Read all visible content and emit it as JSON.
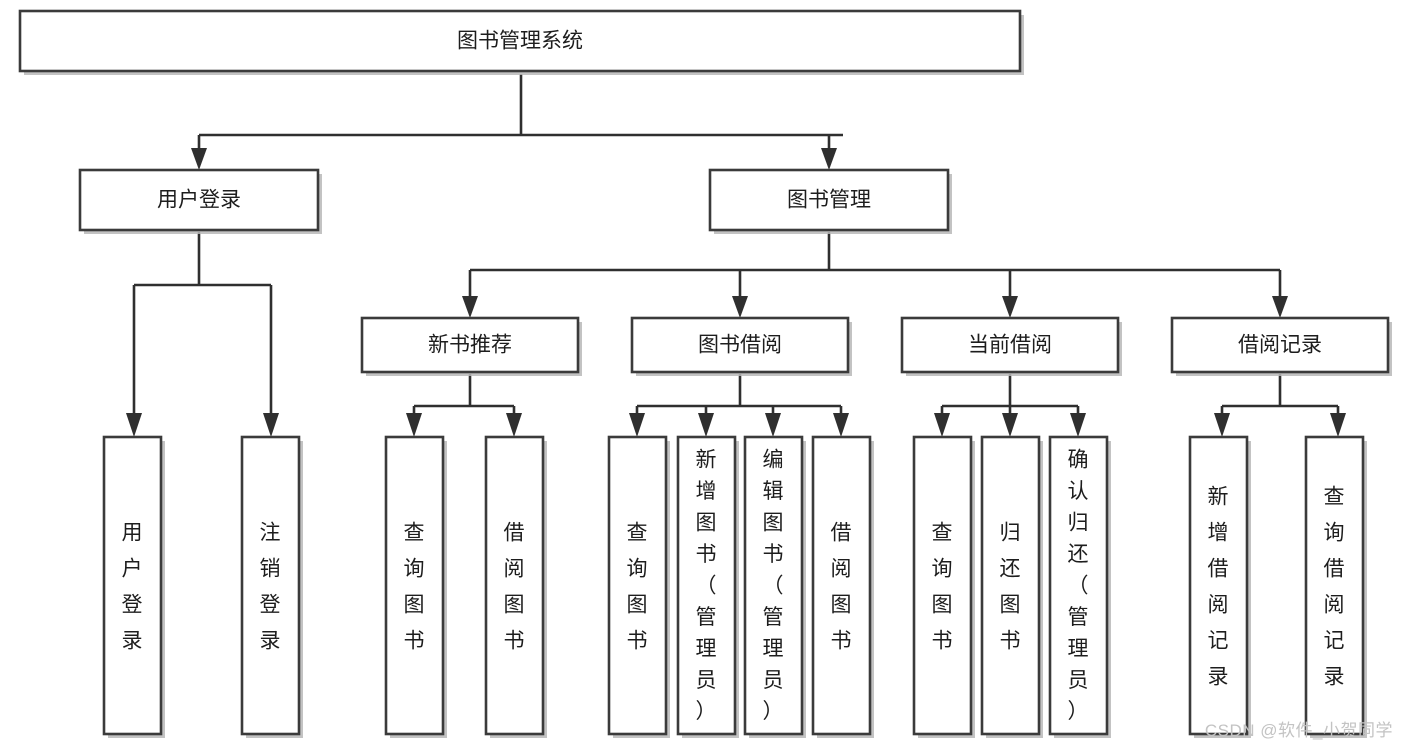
{
  "diagram": {
    "type": "tree",
    "title": "图书管理系统",
    "watermark": "CSDN @软件_小贺同学",
    "nodes": {
      "root": {
        "label": "图书管理系统",
        "level": 1,
        "orientation": "horizontal"
      },
      "n_user_login": {
        "label": "用户登录",
        "level": 2,
        "orientation": "horizontal"
      },
      "n_book_mgmt": {
        "label": "图书管理",
        "level": 2,
        "orientation": "horizontal"
      },
      "n_new_book": {
        "label": "新书推荐",
        "level": 3,
        "orientation": "horizontal"
      },
      "n_borrow": {
        "label": "图书借阅",
        "level": 3,
        "orientation": "horizontal"
      },
      "n_current": {
        "label": "当前借阅",
        "level": 3,
        "orientation": "horizontal"
      },
      "n_records": {
        "label": "借阅记录",
        "level": 3,
        "orientation": "horizontal"
      },
      "l_user_login": {
        "label": "用户登录",
        "level": 4,
        "orientation": "vertical"
      },
      "l_user_logout": {
        "label": "注销登录",
        "level": 4,
        "orientation": "vertical"
      },
      "l_nb_query": {
        "label": "查询图书",
        "level": 4,
        "orientation": "vertical"
      },
      "l_nb_borrow": {
        "label": "借阅图书",
        "level": 4,
        "orientation": "vertical"
      },
      "l_bb_query": {
        "label": "查询图书",
        "level": 4,
        "orientation": "vertical"
      },
      "l_bb_add": {
        "label": "新增图书（管理员）",
        "level": 4,
        "orientation": "vertical"
      },
      "l_bb_edit": {
        "label": "编辑图书（管理员）",
        "level": 4,
        "orientation": "vertical"
      },
      "l_bb_borrow": {
        "label": "借阅图书",
        "level": 4,
        "orientation": "vertical"
      },
      "l_cb_query": {
        "label": "查询图书",
        "level": 4,
        "orientation": "vertical"
      },
      "l_cb_return": {
        "label": "归还图书",
        "level": 4,
        "orientation": "vertical"
      },
      "l_cb_confirm": {
        "label": "确认归还（管理员）",
        "level": 4,
        "orientation": "vertical"
      },
      "l_rec_add": {
        "label": "新增借阅记录",
        "level": 4,
        "orientation": "vertical"
      },
      "l_rec_query": {
        "label": "查询借阅记录",
        "level": 4,
        "orientation": "vertical"
      }
    },
    "edges": [
      {
        "from": "root",
        "to": "n_user_login"
      },
      {
        "from": "root",
        "to": "n_book_mgmt"
      },
      {
        "from": "n_user_login",
        "to": "l_user_login"
      },
      {
        "from": "n_user_login",
        "to": "l_user_logout"
      },
      {
        "from": "n_book_mgmt",
        "to": "n_new_book"
      },
      {
        "from": "n_book_mgmt",
        "to": "n_borrow"
      },
      {
        "from": "n_book_mgmt",
        "to": "n_current"
      },
      {
        "from": "n_book_mgmt",
        "to": "n_records"
      },
      {
        "from": "n_new_book",
        "to": "l_nb_query"
      },
      {
        "from": "n_new_book",
        "to": "l_nb_borrow"
      },
      {
        "from": "n_borrow",
        "to": "l_bb_query"
      },
      {
        "from": "n_borrow",
        "to": "l_bb_add"
      },
      {
        "from": "n_borrow",
        "to": "l_bb_edit"
      },
      {
        "from": "n_borrow",
        "to": "l_bb_borrow"
      },
      {
        "from": "n_current",
        "to": "l_cb_query"
      },
      {
        "from": "n_current",
        "to": "l_cb_return"
      },
      {
        "from": "n_current",
        "to": "l_cb_confirm"
      },
      {
        "from": "n_records",
        "to": "l_rec_add"
      },
      {
        "from": "n_records",
        "to": "l_rec_query"
      }
    ],
    "colors": {
      "box_fill": "#ffffff",
      "box_stroke": "#3b3b3b",
      "connector": "#2f2f2f",
      "text": "#1d1d1d",
      "watermark": "#c3c3c3",
      "background": "#ffffff"
    }
  }
}
